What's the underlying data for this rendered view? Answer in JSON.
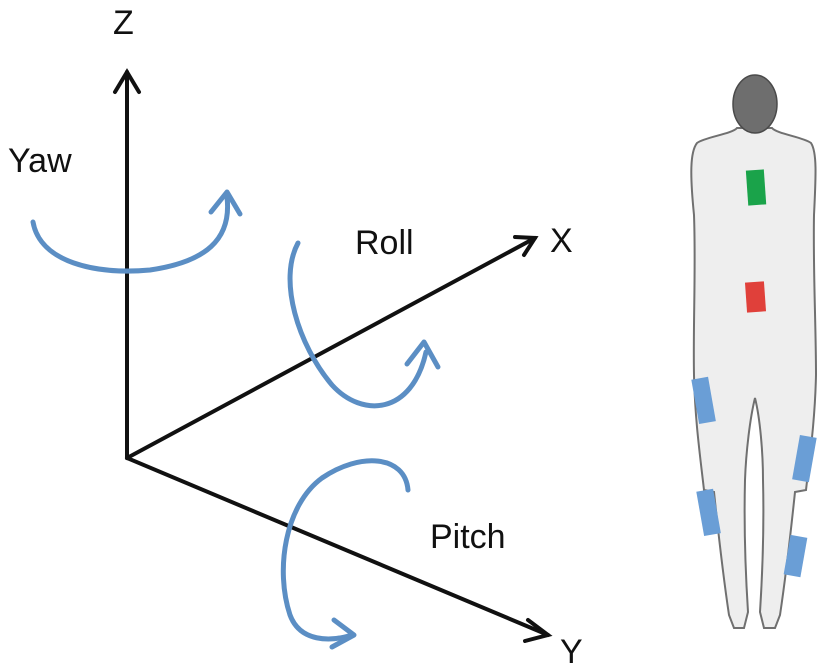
{
  "axes": {
    "z_label": "Z",
    "x_label": "X",
    "y_label": "Y"
  },
  "rotations": {
    "yaw_label": "Yaw",
    "roll_label": "Roll",
    "pitch_label": "Pitch"
  },
  "colors": {
    "rotation_arrow": "#5b8ec4",
    "sensor_upper_back": "#1aa34a",
    "sensor_lower_back": "#e0403a",
    "sensor_leg": "#6a9ed6",
    "body_fill": "#eeeeee",
    "body_outline": "#707070",
    "head_fill": "#6e6e6e"
  }
}
